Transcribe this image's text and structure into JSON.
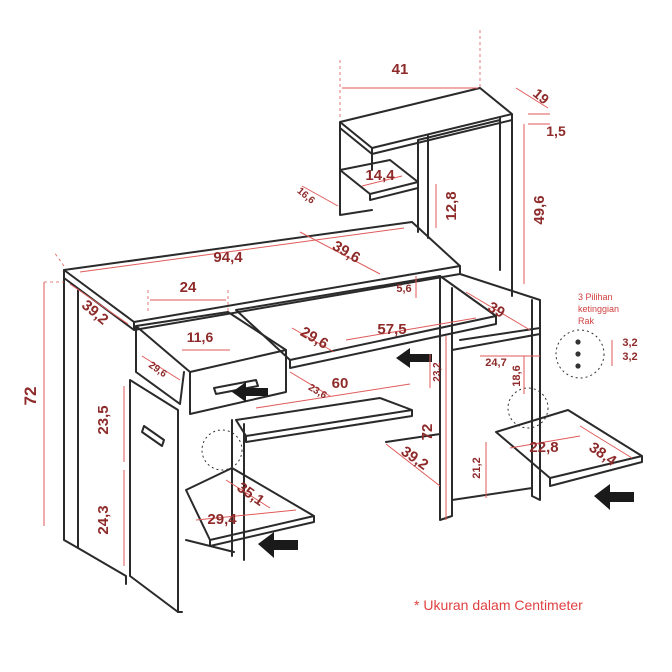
{
  "dimensions": {
    "top_shelf_width": "41",
    "top_shelf_depth": "19",
    "top_shelf_thickness": "1,5",
    "small_shelf_height": "14,4",
    "small_shelf_side": "16,6",
    "small_shelf_depth": "12,8",
    "hutch_height": "49,6",
    "desk_width": "94,4",
    "desk_depth_top": "39,6",
    "drawer_area_width": "24",
    "keyboard_gap": "5,6",
    "right_depth": "39",
    "desk_side_depth": "39,2",
    "drawer_height": "11,6",
    "drawer_depth": "29,6",
    "keyboard_depth": "29,6",
    "keyboard_width": "57,5",
    "drawer_inner": "23,6",
    "shelf_width": "60",
    "right_shelf_gap_a": "23,2",
    "right_shelf_gap_b": "24,7",
    "right_shelf_gap_c": "18,6",
    "total_height": "72",
    "left_upper_height": "23,5",
    "right_height": "72",
    "right_base_depth": "39,2",
    "right_low_height": "21,2",
    "left_low_height": "24,3",
    "left_shelf_width": "29,4",
    "left_shelf_depth": "35,1",
    "right_shelf_width": "22,8",
    "right_shelf_depth": "38,4",
    "shelf_step_a": "3,2",
    "shelf_step_b": "3,2"
  },
  "notes": {
    "shelf_options": [
      "3 Pilihan",
      "ketinggian",
      "Rak"
    ],
    "units": "* Ukuran dalam Centimeter"
  }
}
